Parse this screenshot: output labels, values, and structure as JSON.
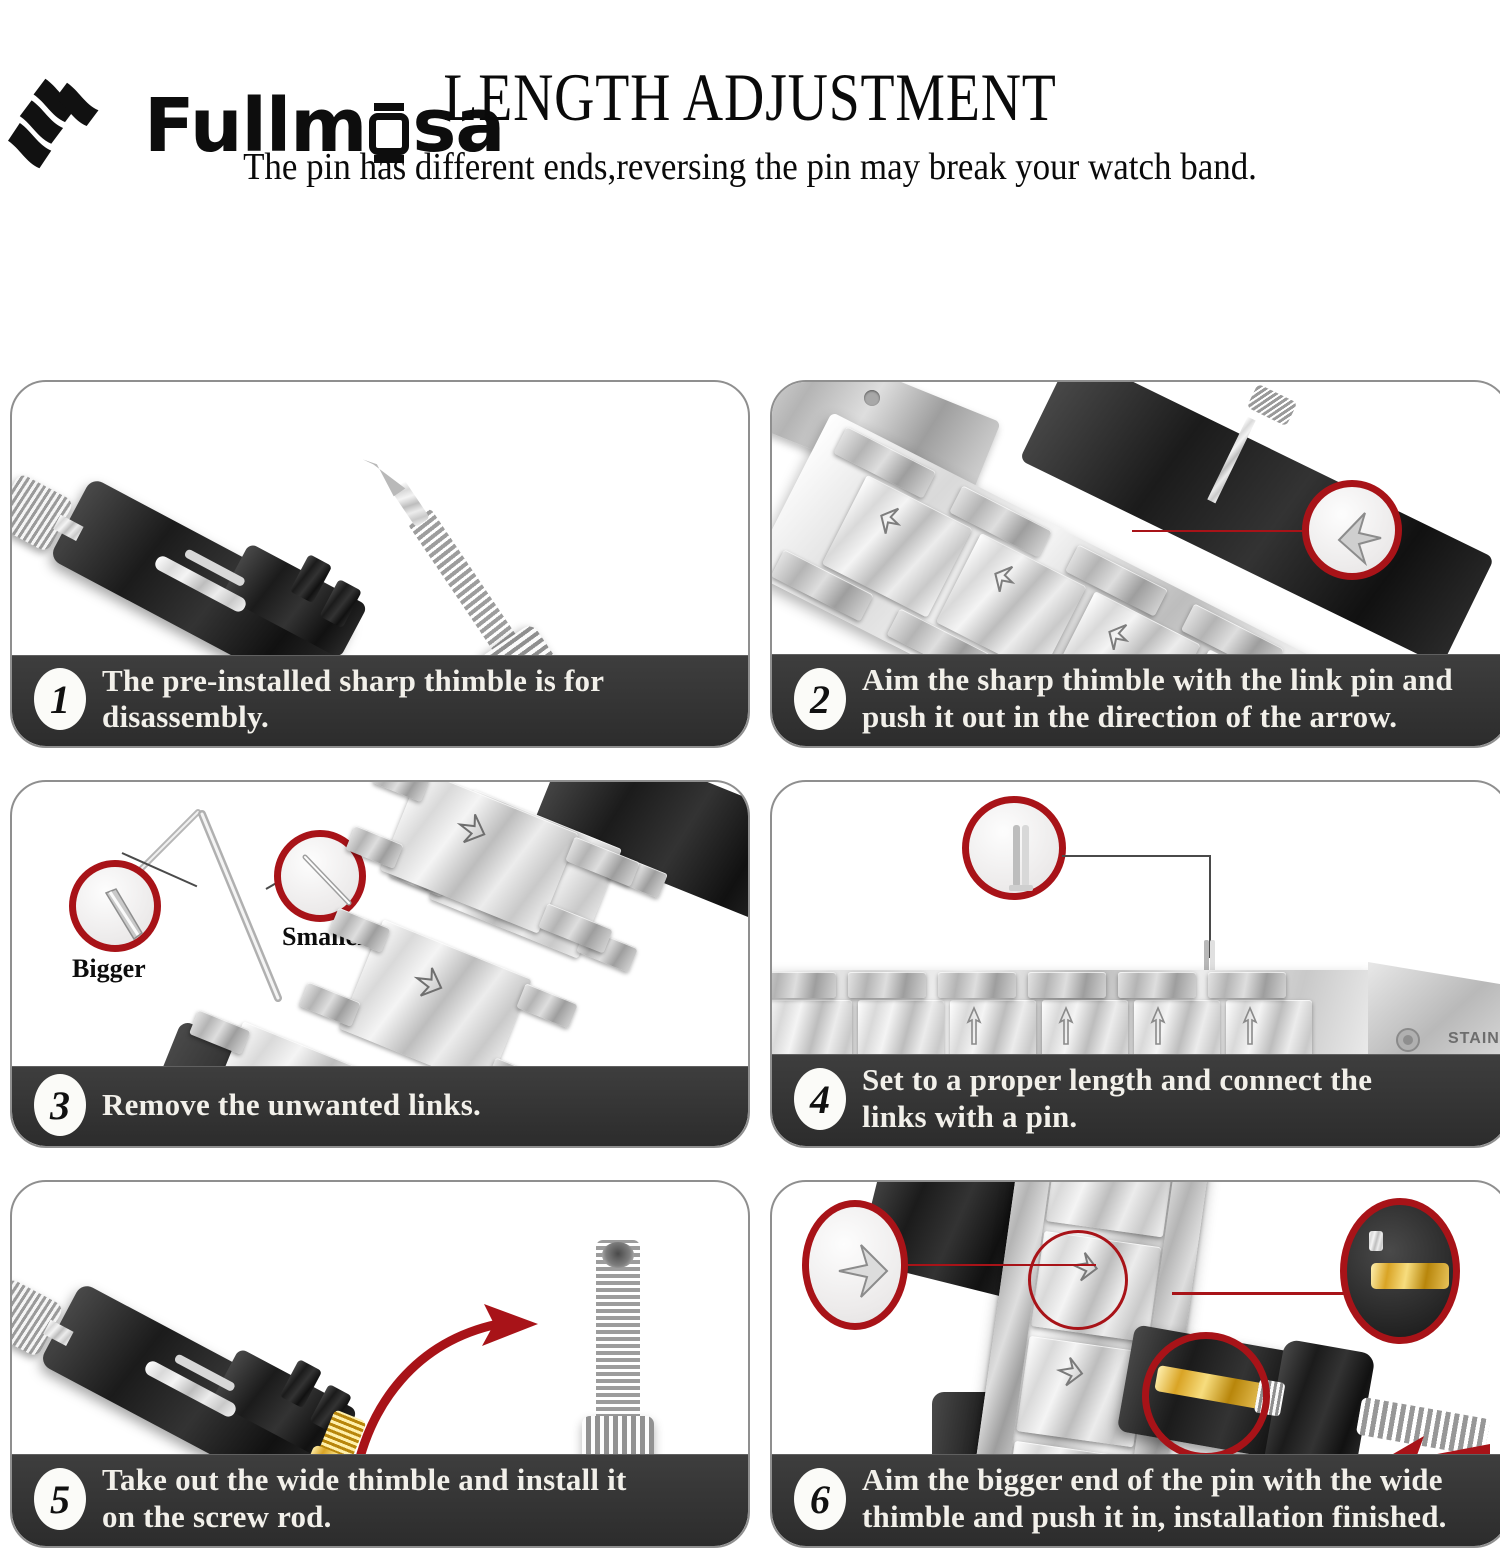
{
  "brand": {
    "name": "Fullmosa",
    "logo_mark": "wave-logo-icon",
    "watch_glyph": "watch-case-icon"
  },
  "header": {
    "title": "LENGTH ADJUSTMENT",
    "subtitle": "The pin has different ends,reversing the pin may break your watch band."
  },
  "colors": {
    "accent_red": "#a81318",
    "arrow_red": "#b51a1a",
    "caption_bg": "#363636",
    "panel_border": "#8f8f8f",
    "badge_bg": "#fbfbf8",
    "gold": "#c9962a"
  },
  "steps": [
    {
      "number": "1",
      "text": "The pre-installed sharp thimble is for disassembly.",
      "lines": [
        "The pre-installed sharp thimble is for disassembly."
      ],
      "art": "link-remover-tool-and-sharp-screw-rod",
      "labels": []
    },
    {
      "number": "2",
      "text": "Aim the sharp thimble with the link pin and push it out in the direction of the arrow.",
      "lines": [
        "Aim the sharp thimble with the link pin and",
        "push it out in the direction of the arrow."
      ],
      "art": "bracelet-on-tool-pin-pushed-out",
      "labels": []
    },
    {
      "number": "3",
      "text": "Remove the unwanted links.",
      "lines": [
        "Remove the unwanted links."
      ],
      "art": "separated-bracelet-links-with-pin",
      "labels": [
        "Bigger",
        "Smaller"
      ]
    },
    {
      "number": "4",
      "text": "Set to a proper length and connect the links with a pin.",
      "lines": [
        "Set to a proper length and connect the",
        "links with a pin."
      ],
      "art": "assembled-bracelet-with-clasp",
      "labels": [
        "STAINLESS STEEL"
      ]
    },
    {
      "number": "5",
      "text": "Take out the wide thimble and install it on the screw rod.",
      "lines": [
        "Take out the wide thimble and install it",
        "on the screw rod."
      ],
      "art": "tool-gold-wide-thimble-and-screw-rod",
      "labels": []
    },
    {
      "number": "6",
      "text": "Aim the bigger end of the pin with the wide thimble and push it in, installation finished.",
      "lines": [
        "Aim the bigger end of the pin with the wide",
        "thimble and push it in, installation finished."
      ],
      "art": "bracelet-in-tool-gold-pin-pushed-in",
      "labels": []
    }
  ],
  "callout_labels": {
    "bigger": "Bigger",
    "smaller": "Smaller",
    "stainless": "STAINLESS STEEL"
  }
}
